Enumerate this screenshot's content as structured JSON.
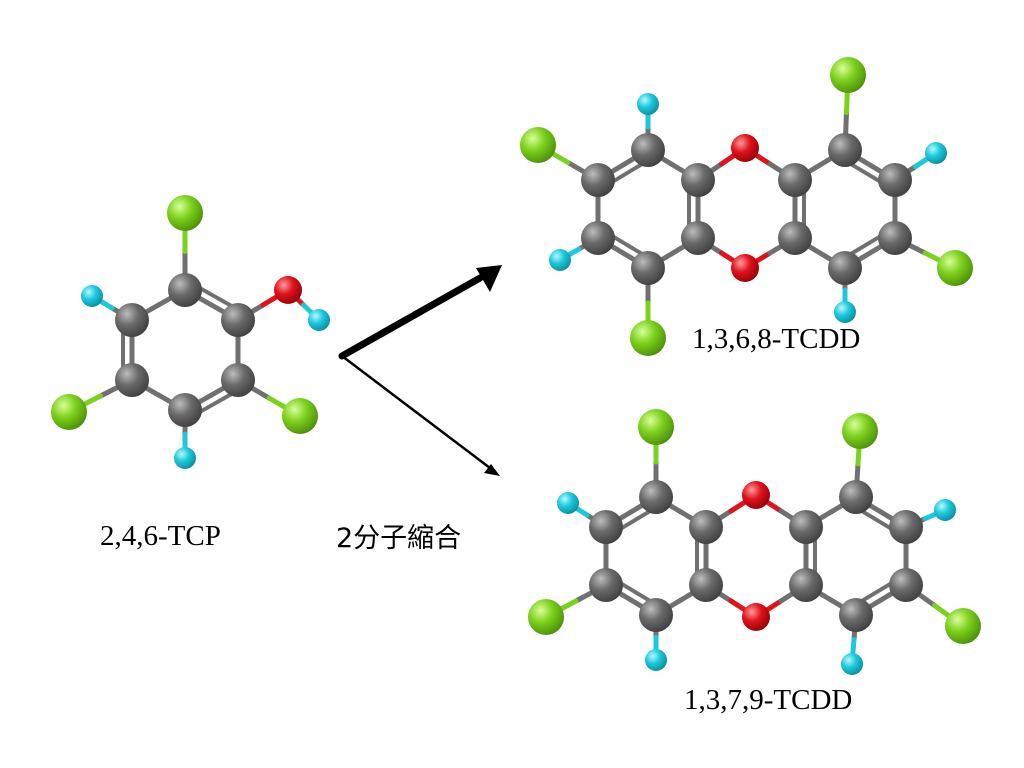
{
  "colors": {
    "carbon": "#5d5d5d",
    "oxygen": "#e0121b",
    "chlorine": "#7cd11c",
    "hydrogen": "#1cc9dc",
    "bond": "#707070",
    "arrow": "#000000"
  },
  "labels": {
    "reactant": "2,4,6-TCP",
    "condensation": "2分子縮合",
    "product_top": "1,3,6,8-TCDD",
    "product_bottom": "1,3,7,9-TCDD"
  }
}
